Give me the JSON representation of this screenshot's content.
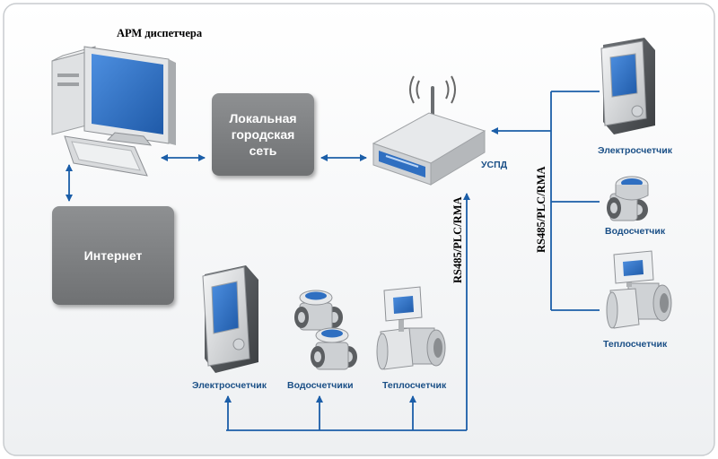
{
  "title": "АРМ диспетчера",
  "nodes": {
    "lan": "Локальная городская сеть",
    "lan_lines": [
      "Локальная",
      "городская",
      "сеть"
    ],
    "internet": "Интернет",
    "uspd": "УСПД"
  },
  "buses": {
    "center": "RS485/PLC/RMA",
    "right": "RS485/PLC/RMA"
  },
  "devices_right": [
    {
      "label": "Электросчетчик",
      "icon": "electricity-meter-icon"
    },
    {
      "label": "Водосчетчик",
      "icon": "water-meter-icon"
    },
    {
      "label": "Теплосчетчик",
      "icon": "heat-meter-icon"
    }
  ],
  "devices_bottom": [
    {
      "label": "Электросчетчик",
      "icon": "electricity-meter-icon"
    },
    {
      "label": "Водосчетчики",
      "icon": "water-meters-icon"
    },
    {
      "label": "Теплосчетчик",
      "icon": "heat-meter-icon"
    }
  ],
  "colors": {
    "arrow": "#1b5ea8",
    "box": "#7f8183",
    "screen": "#2f6fc1"
  }
}
